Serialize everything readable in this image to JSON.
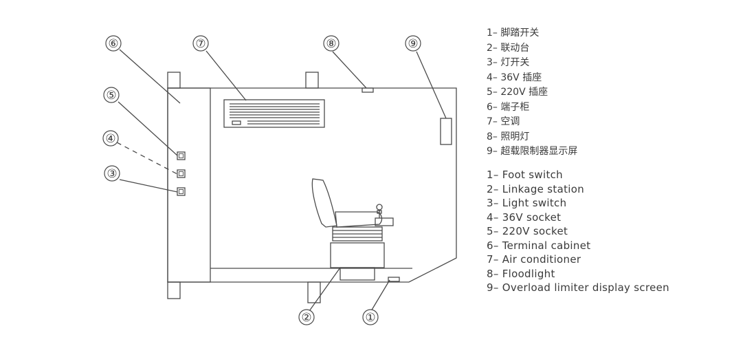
{
  "callouts": [
    {
      "number": "①",
      "label_ref": "1"
    },
    {
      "number": "②",
      "label_ref": "2"
    },
    {
      "number": "③",
      "label_ref": "3"
    },
    {
      "number": "④",
      "label_ref": "4"
    },
    {
      "number": "⑤",
      "label_ref": "5"
    },
    {
      "number": "⑥",
      "label_ref": "6"
    },
    {
      "number": "⑦",
      "label_ref": "7"
    },
    {
      "number": "⑧",
      "label_ref": "8"
    },
    {
      "number": "⑨",
      "label_ref": "9"
    }
  ],
  "legend_cn": [
    "1– 脚踏开关",
    "2– 联动台",
    "3– 灯开关",
    "4– 36V 插座",
    "5– 220V 插座",
    "6– 端子柜",
    "7– 空调",
    "8– 照明灯",
    "9– 超载限制器显示屏"
  ],
  "legend_en": [
    "1– Foot switch",
    "2– Linkage station",
    "3– Light switch",
    "4– 36V socket",
    "5– 220V socket",
    "6– Terminal cabinet",
    "7– Air conditioner",
    "8– Floodlight",
    "9– Overload limiter display screen"
  ],
  "colors": {
    "line": "#4a4a4a",
    "text": "#3a3a3a",
    "background": "#ffffff"
  }
}
